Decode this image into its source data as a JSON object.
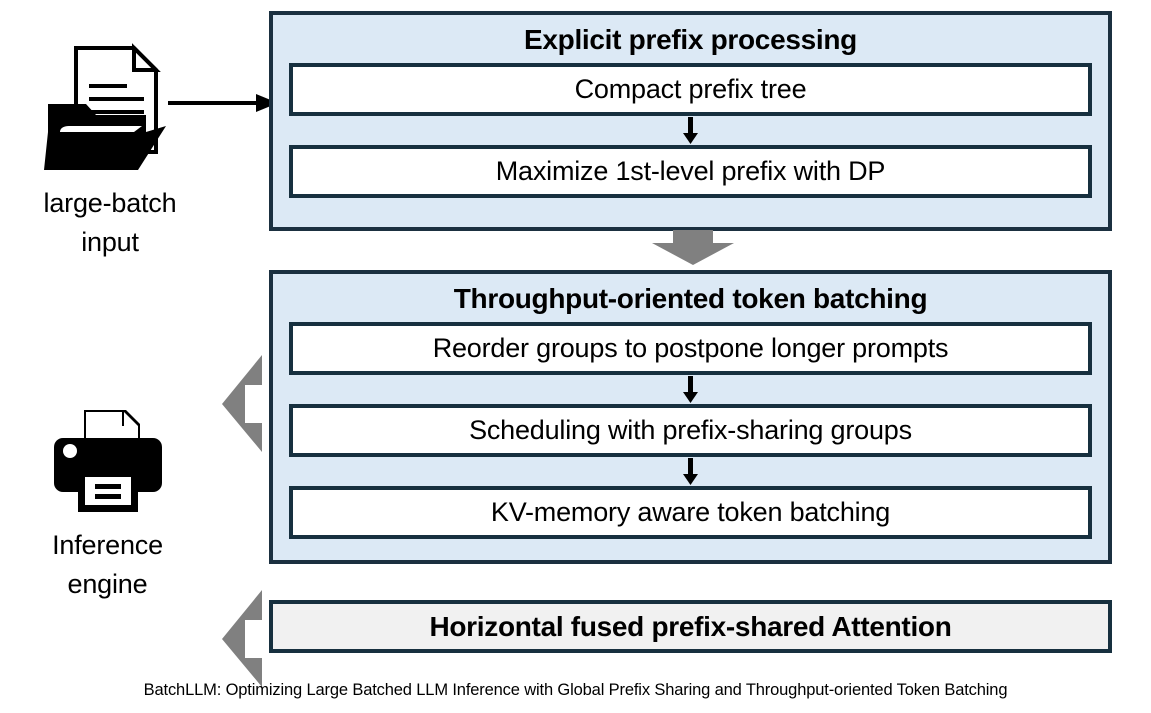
{
  "figure": {
    "caption": "BatchLLM: Optimizing Large Batched LLM Inference with Global Prefix Sharing and Throughput-oriented Token Batching",
    "colors": {
      "stage_fill": "#dce9f5",
      "stage_border": "#1b3040",
      "step_fill": "#ffffff",
      "step_border": "#17303f",
      "attention_fill": "#f1f1f1",
      "connector_arrow": "#808080",
      "input_arrow": "#000000"
    }
  },
  "nodes": {
    "input": {
      "icon": "documents-folder-icon",
      "label_line1": "large-batch",
      "label_line2": "input"
    },
    "engine": {
      "icon": "printer-icon",
      "label_line1": "Inference",
      "label_line2": "engine"
    }
  },
  "arrows": {
    "input_to_prefix": "arrow-right-icon",
    "prefix_to_batching": "arrow-down-thick-icon",
    "batching_to_engine": "arrow-left-thick-icon",
    "attention_to_engine": "arrow-left-thick-icon",
    "step_connector": "arrow-down-icon"
  },
  "stages": [
    {
      "id": "explicit-prefix-processing",
      "title": "Explicit prefix processing",
      "steps": [
        "Compact prefix tree",
        "Maximize 1st-level prefix with DP"
      ]
    },
    {
      "id": "throughput-oriented-token-batching",
      "title": "Throughput-oriented token batching",
      "steps": [
        "Reorder groups to postpone longer prompts",
        "Scheduling with prefix-sharing groups",
        "KV-memory aware token batching"
      ]
    }
  ],
  "attention_bar": {
    "id": "horizontal-fused-prefix-shared-attention",
    "title": "Horizontal fused prefix-shared Attention"
  }
}
